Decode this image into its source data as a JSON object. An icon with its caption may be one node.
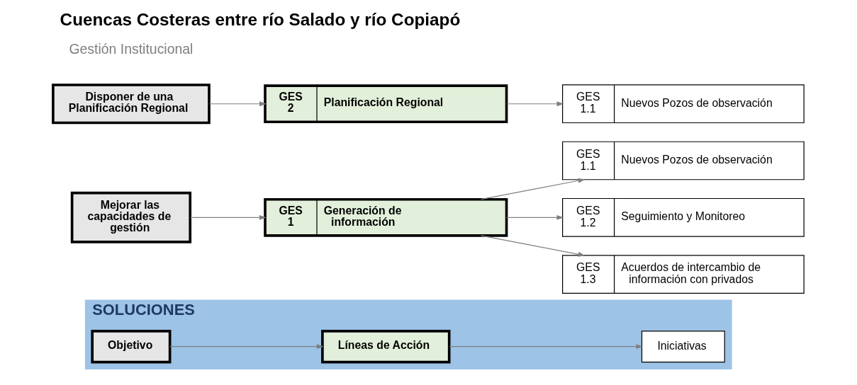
{
  "diagram": {
    "title": "Cuencas Costeras entre río Salado y río Copiapó",
    "nodes": [
      {
        "text": [
          "SOLUCIONES"
        ]
      },
      {
        "text": [
          "Objetivo"
        ],
        "in": 0
      },
      {
        "text": [
          "Líneas de Acción"
        ],
        "in": 0
      },
      {
        "text": [
          "Iniciativas"
        ],
        "in": 0
      },
      {
        "text": [
          "Mejorar las capacidades de gestión"
        ]
      },
      {
        "text": [
          "GES 1",
          "Generación de información"
        ]
      },
      {
        "text": [
          "GES 1.1",
          "Nuevos Pozos de observación"
        ]
      },
      {
        "text": [
          "GES 1.2",
          "Seguimiento y Monitoreo"
        ]
      },
      {
        "text": [
          "GES 1.3",
          "Acuerdos de intercambio de información con privados"
        ]
      },
      {
        "text": [
          "Disponer de una Planificación Regional"
        ]
      },
      {
        "text": [
          "GES 2",
          "Planificación Regional"
        ]
      },
      {
        "text": [
          "GES 1.1",
          "Nuevos Pozos de observación"
        ]
      }
    ],
    "edges": [
      {
        "from": 1,
        "to": 2,
        "arrow": "to"
      },
      {
        "from": 2,
        "to": 3,
        "arrow": "to"
      },
      {
        "from": 4,
        "to": 5,
        "arrow": "to"
      },
      {
        "from": 5,
        "to": 6,
        "arrow": "to"
      },
      {
        "from": 5,
        "to": 7,
        "arrow": "to"
      },
      {
        "from": 5,
        "to": 8,
        "arrow": "to"
      },
      {
        "from": 9,
        "to": 10,
        "arrow": "to"
      },
      {
        "from": 10,
        "to": 11,
        "arrow": "to"
      }
    ],
    "labels": [
      "Gestión Institucional"
    ]
  }
}
